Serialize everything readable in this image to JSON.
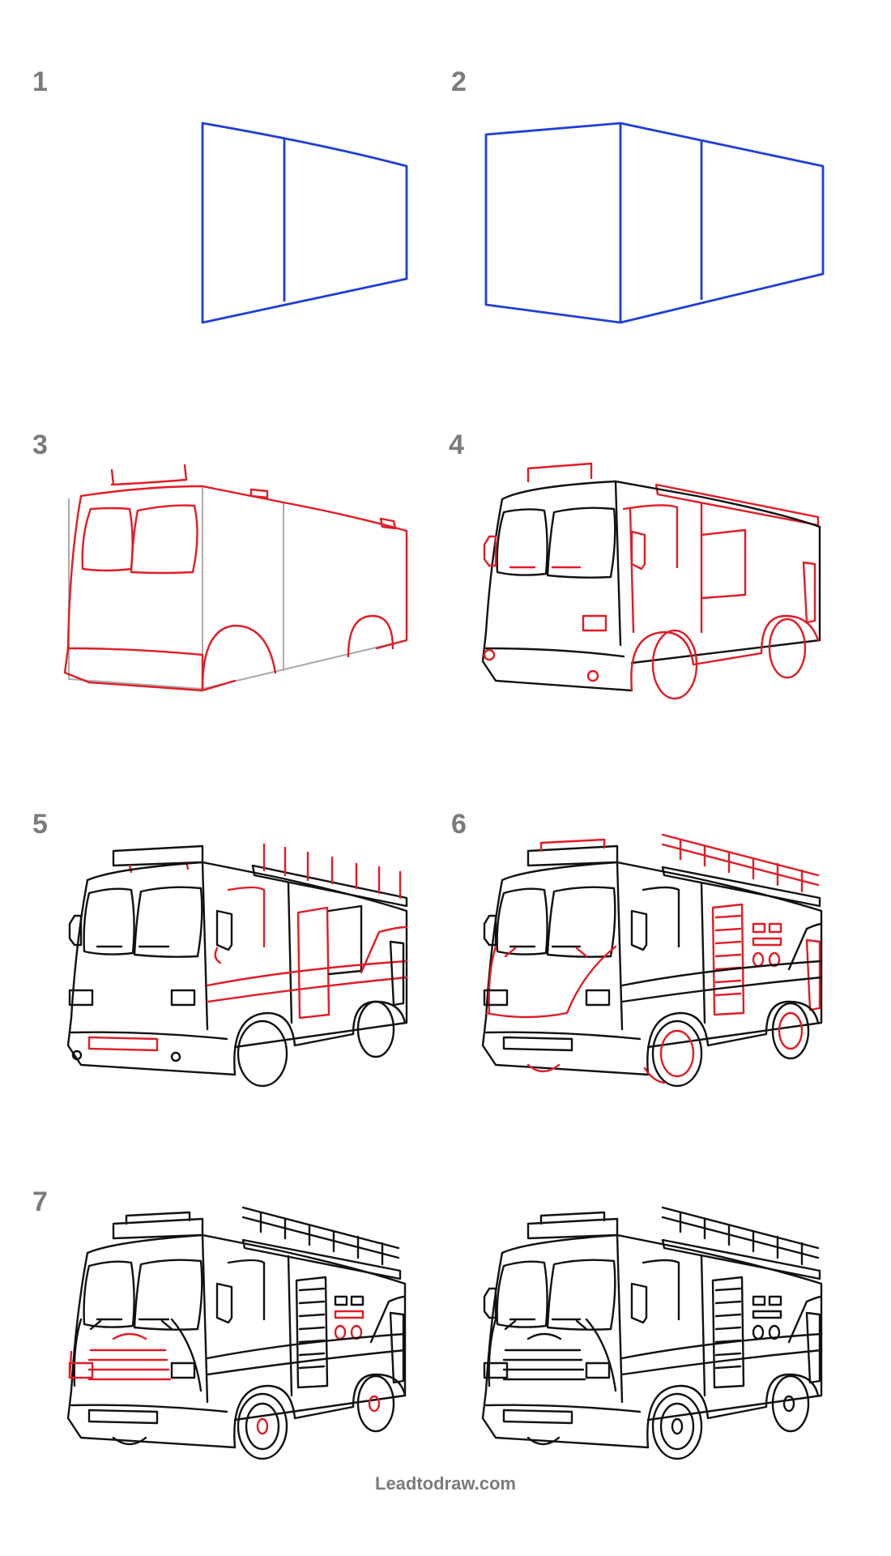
{
  "steps": [
    {
      "label": "1"
    },
    {
      "label": "2"
    },
    {
      "label": "3"
    },
    {
      "label": "4"
    },
    {
      "label": "5"
    },
    {
      "label": "6"
    },
    {
      "label": "7"
    }
  ],
  "footer": {
    "site": "Leadtodraw.com"
  },
  "colors": {
    "guide_blue": "#1f3fd8",
    "new_stroke_red": "#e31b23",
    "guide_gray": "#aaaaaa",
    "ink_black": "#111111",
    "label_gray": "#7b7b7b"
  }
}
